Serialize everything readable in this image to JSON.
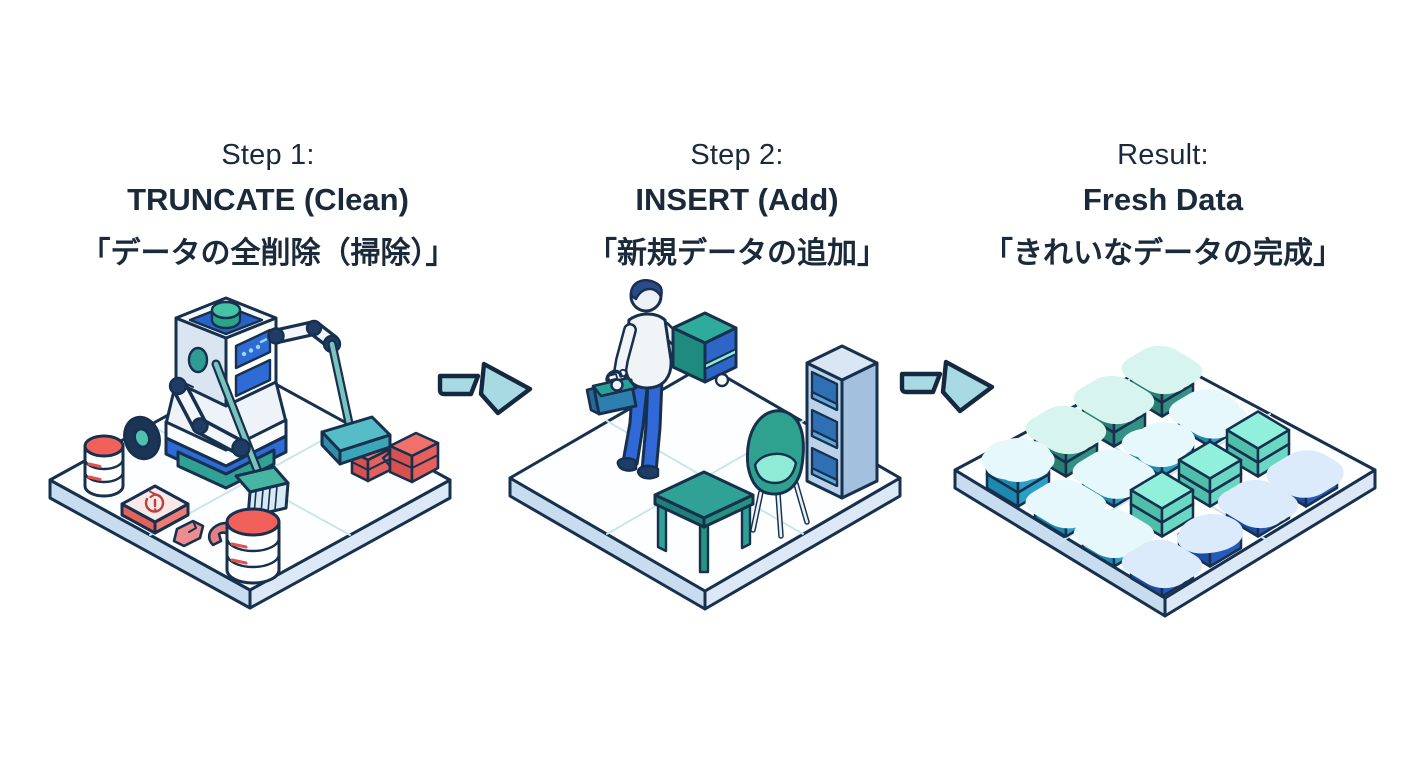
{
  "diagram": {
    "background": "#ffffff",
    "text_color": "#1b2a3a",
    "steps": [
      {
        "heading_line1": "Step 1:",
        "heading_line2": "TRUNCATE (Clean)",
        "heading_line3": "「データの全削除（掃除）」",
        "illustration": {
          "name": "cleaning-robot-platform",
          "items": [
            "cleaning-robot",
            "broom",
            "dustpan",
            "red-database-cylinder-small",
            "red-database-cylinder-large",
            "delete-history-tile",
            "broken-data-fragments",
            "cracked-data-blocks"
          ]
        }
      },
      {
        "heading_line1": "Step 2:",
        "heading_line2": "INSERT (Add)",
        "heading_line3": "「新規データの追加」",
        "illustration": {
          "name": "person-adding-data-platform",
          "items": [
            "person-carrying-cabinet",
            "toolbox",
            "teal-table",
            "teal-chair",
            "bookshelf"
          ]
        }
      },
      {
        "heading_line1": "Result:",
        "heading_line2": "Fresh Data",
        "heading_line3": "「きれいなデータの完成」",
        "illustration": {
          "name": "organized-data-grid-platform",
          "items": [
            "data-tile-grid"
          ]
        }
      }
    ],
    "arrows": [
      {
        "name": "flow-arrow-1",
        "direction": "right"
      },
      {
        "name": "flow-arrow-2",
        "direction": "right"
      }
    ],
    "palette": {
      "teal": "#3FA79A",
      "cyan": "#3AB7DA",
      "mint": "#90F0DC",
      "blue": "#2F6ED6",
      "coral_red": "#F2605B",
      "navy_outline": "#16304E",
      "platform_side": "#C7DCEF",
      "arrow_fill": "#A7DAE2"
    },
    "result_grid": {
      "rows": 4,
      "cols": 4,
      "tiles": [
        {
          "r": 0,
          "c": 0,
          "color": "teal",
          "icon": "lines",
          "stacked": true
        },
        {
          "r": 0,
          "c": 1,
          "color": "cyan",
          "icon": "folder",
          "stacked": false
        },
        {
          "r": 0,
          "c": 2,
          "color": "mint",
          "icon": "none",
          "stacked": true
        },
        {
          "r": 0,
          "c": 3,
          "color": "blue",
          "icon": "doc",
          "stacked": false
        },
        {
          "r": 1,
          "c": 0,
          "color": "teal",
          "icon": "lines",
          "stacked": true
        },
        {
          "r": 1,
          "c": 1,
          "color": "cyan",
          "icon": "person",
          "stacked": false
        },
        {
          "r": 1,
          "c": 2,
          "color": "mint",
          "icon": "none",
          "stacked": true
        },
        {
          "r": 1,
          "c": 3,
          "color": "blue",
          "icon": "lines",
          "stacked": false
        },
        {
          "r": 2,
          "c": 0,
          "color": "teal",
          "icon": "lines",
          "stacked": true
        },
        {
          "r": 2,
          "c": 1,
          "color": "cyan",
          "icon": "image",
          "stacked": false
        },
        {
          "r": 2,
          "c": 2,
          "color": "mint",
          "icon": "none",
          "stacked": true
        },
        {
          "r": 2,
          "c": 3,
          "color": "blue",
          "icon": "pin",
          "stacked": false
        },
        {
          "r": 3,
          "c": 0,
          "color": "cyan",
          "icon": "gear",
          "stacked": true
        },
        {
          "r": 3,
          "c": 1,
          "color": "cyan",
          "icon": "browser",
          "stacked": false
        },
        {
          "r": 3,
          "c": 2,
          "color": "cyan",
          "icon": "news",
          "stacked": false
        },
        {
          "r": 3,
          "c": 3,
          "color": "blue",
          "icon": "lines",
          "stacked": false
        }
      ]
    }
  }
}
